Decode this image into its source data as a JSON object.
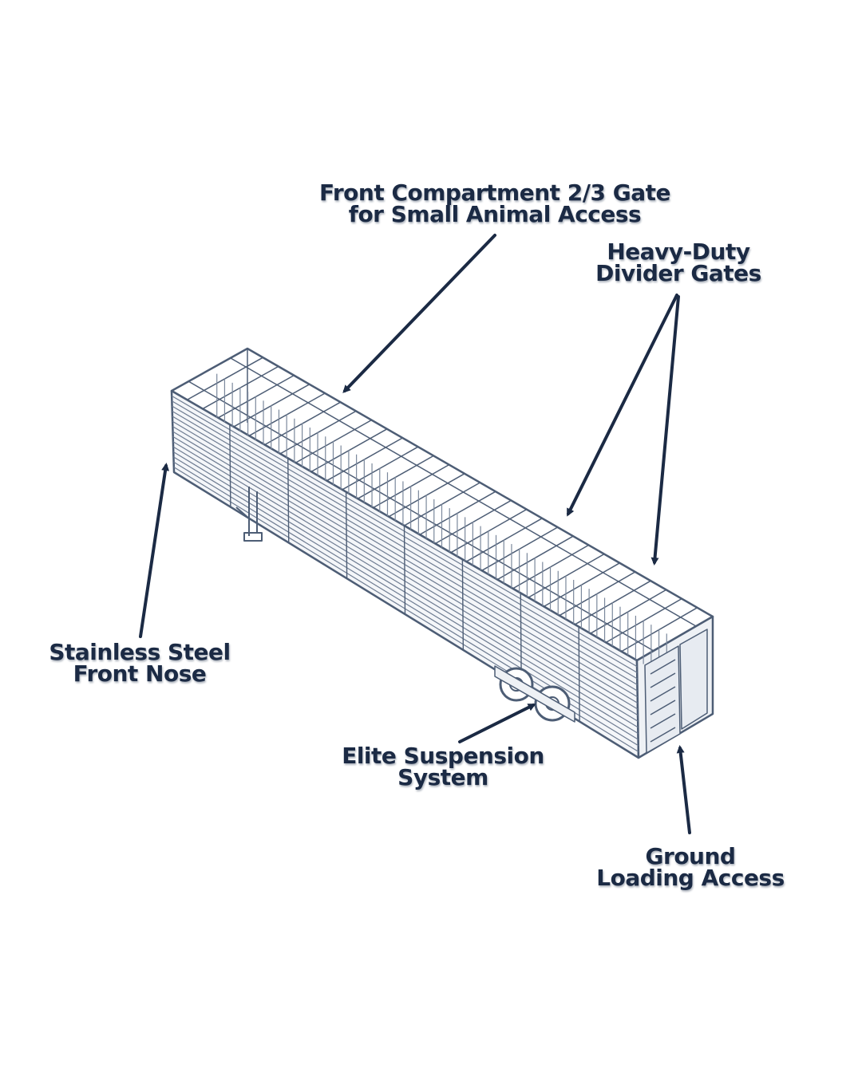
{
  "colors": {
    "label": "#1b2a44",
    "drawing_stroke": "#4d5d75",
    "drawing_light": "#a9b3c2",
    "background": "#ffffff"
  },
  "callouts": {
    "front_gate": {
      "line1": "Front Compartment 2/3 Gate",
      "line2": "for Small Animal Access"
    },
    "divider_gates": {
      "line1": "Heavy-Duty",
      "line2": "Divider Gates"
    },
    "front_nose": {
      "line1": "Stainless Steel",
      "line2": "Front Nose"
    },
    "suspension": {
      "line1": "Elite Suspension",
      "line2": "System"
    },
    "ground_loading": {
      "line1": "Ground",
      "line2": "Loading Access"
    }
  }
}
